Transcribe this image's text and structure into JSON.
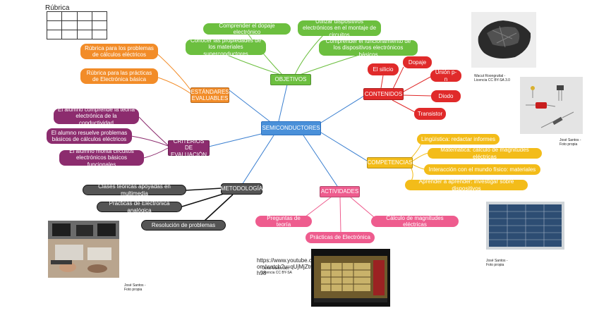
{
  "rubric": {
    "title": "Rúbrica",
    "rows": 3,
    "cols": 4
  },
  "center": "SEMICONDUCTORES",
  "objetivos": {
    "label": "OBJETIVOS",
    "items": [
      "Comprender el dopaje electrónico",
      "Conocer las propiedades de los materiales superconductores",
      "Utilizar dispositivos electrónicos en el montaje de circuitos",
      "Comprender el funcionamiento de los dispositivos electrónicos básicos"
    ]
  },
  "estandares": {
    "label": "ESTÁNDARES EVALUABLES",
    "items": [
      "Rúbrica para los problemas de cálculos eléctricos",
      "Rúbrica para las prácticas de Electrónica básica"
    ]
  },
  "criterios": {
    "label": "CRITERIOS DE EVALUACIÓN",
    "items": [
      "El alumno comprende la teoría electrónica de la conductividad",
      "El alumno resuelve problemas básicos de cálculos eléctricos",
      "El alumno monta circuitos electrónicos básicos funcionales"
    ]
  },
  "metodologia": {
    "label": "METODOLOGÍA",
    "items": [
      "Clases teóricas apoyadas en multimedia",
      "Prácticas de Electrónica analógica",
      "Resolución de problemas"
    ]
  },
  "actividades": {
    "label": "ACTIVIDADES",
    "items": [
      "Preguntas de teoría",
      "Prácticas de Electrónica",
      "Cálculo de magnitudes eléctricas"
    ]
  },
  "competencias": {
    "label": "COMPETENCIAS",
    "items": [
      "Lingüística: redactar informes",
      "Matemática: cálculo de magnitudes eléctricas",
      "Interacción con el mundo físico: materiales",
      "Aprender a aprender: investigar sobre dispositivos"
    ]
  },
  "contenidos": {
    "label": "CONTENIDOS",
    "items": [
      "El silicio",
      "Dopaje",
      "Unión p-n",
      "Diodo",
      "Transistor"
    ]
  },
  "youtube_url": "https://www.youtube.com/watch?v=qUjMjZtnh98",
  "captions": {
    "silicon": "Wacut Roongruttal - Licencia CC BY-SA 3.0",
    "components": "José Santos - Foto propia",
    "solar": "José Santos - Foto propia",
    "classroom": "José Santos - Foto propia",
    "video": "Canal Maldonado Licencia CC BY-SA"
  },
  "colors": {
    "center": "#4a90d9",
    "objetivos": "#6cbf3f",
    "estandares": "#f28c28",
    "criterios": "#8c2c6e",
    "metodologia": "#555555",
    "actividades": "#ee5c8e",
    "competencias": "#f3bc19",
    "contenidos": "#e02a2a"
  }
}
